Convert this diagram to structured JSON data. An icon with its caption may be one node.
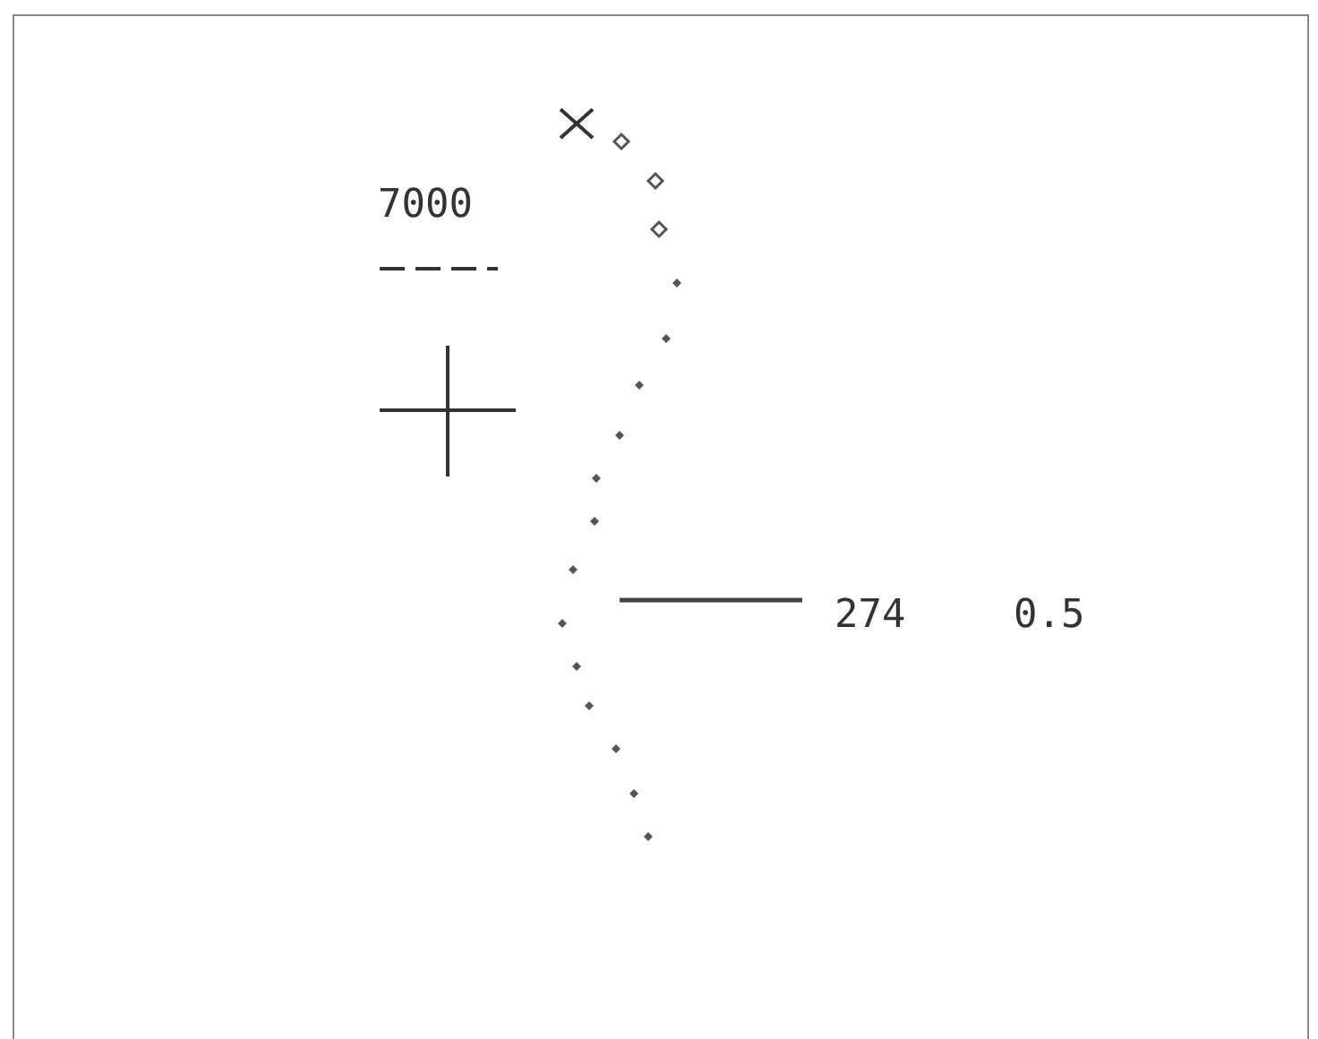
{
  "diagram": {
    "labels": [
      "7000",
      "274",
      "0.5"
    ]
  }
}
